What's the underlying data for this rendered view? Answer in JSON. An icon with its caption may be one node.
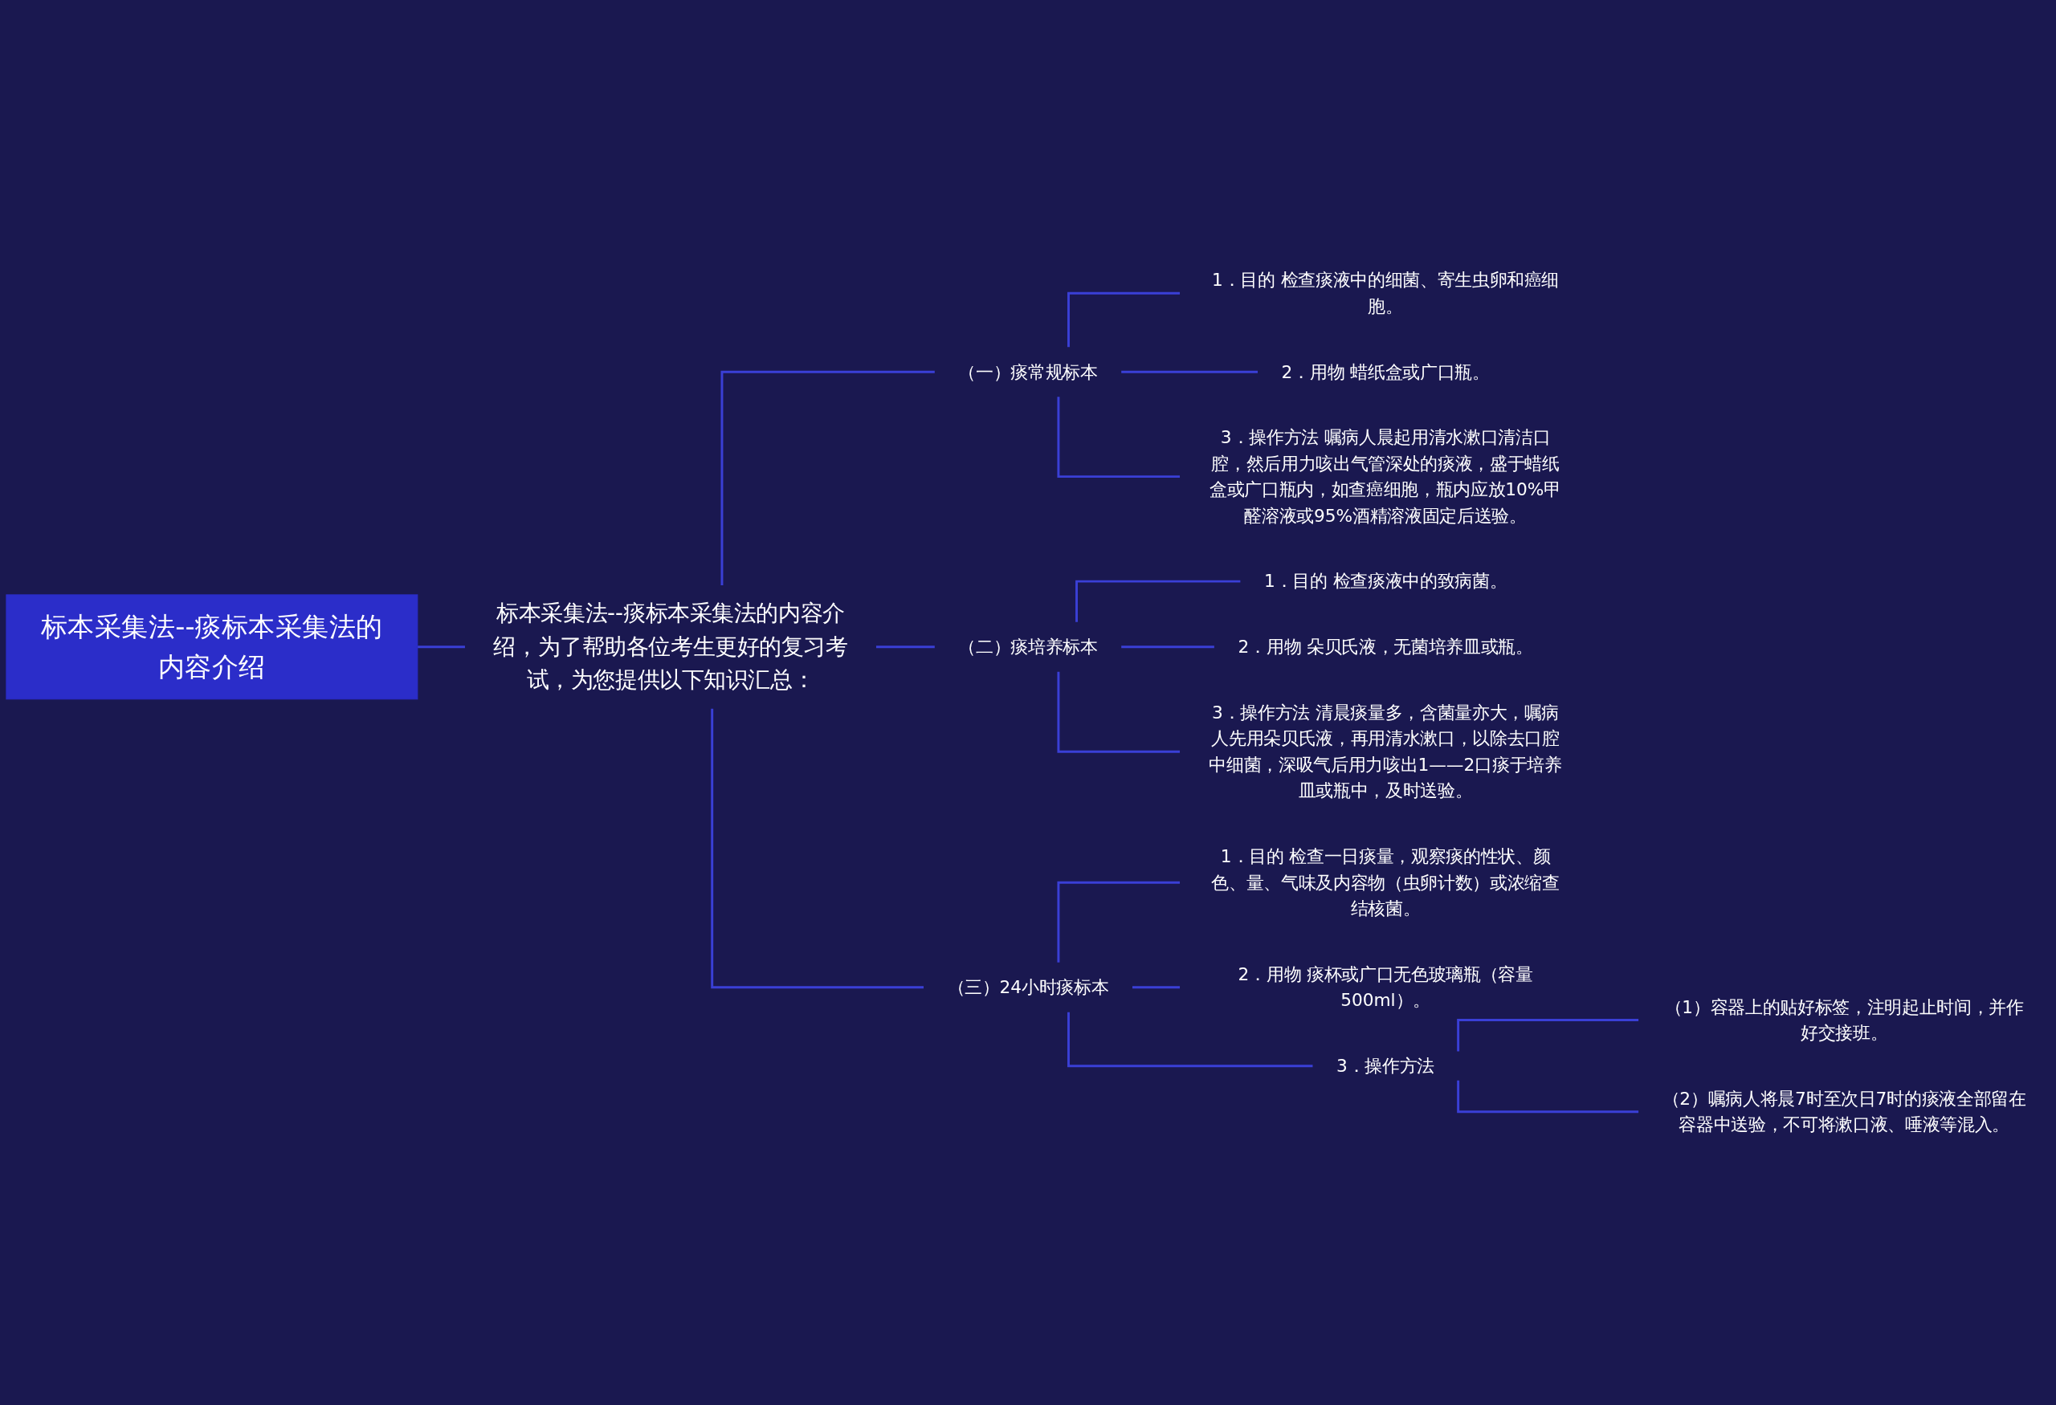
{
  "diagram": {
    "nodes": [
      {
        "text": [
          "标本采集法--痰标本采集法的内容介绍"
        ]
      },
      {
        "text": [
          "标本采集法--痰标本采集法的内容介绍，为了帮助各位考生更好的复习考试，为您提供以下知识汇总："
        ]
      },
      {
        "text": [
          "（一）痰常规标本"
        ]
      },
      {
        "text": [
          "1．目的 检查痰液中的细菌、寄生虫卵和癌细胞。"
        ]
      },
      {
        "text": [
          "2．用物 蜡纸盒或广口瓶。"
        ]
      },
      {
        "text": [
          "3．操作方法 嘱病人晨起用清水漱口清洁口腔，然后用力咳出气管深处的痰液，盛于蜡纸盒或广口瓶内，如查癌细胞，瓶内应放10%甲醛溶液或95%酒精溶液固定后送验。"
        ]
      },
      {
        "text": [
          "（二）痰培养标本"
        ]
      },
      {
        "text": [
          "1．目的 检查痰液中的致病菌。"
        ]
      },
      {
        "text": [
          "2．用物 朵贝氏液，无菌培养皿或瓶。"
        ]
      },
      {
        "text": [
          "3．操作方法 清晨痰量多，含菌量亦大，嘱病人先用朵贝氏液，再用清水漱口，以除去口腔中细菌，深吸气后用力咳出1——2口痰于培养皿或瓶中，及时送验。"
        ]
      },
      {
        "text": [
          "（三）24小时痰标本"
        ]
      },
      {
        "text": [
          "1．目的 检查一日痰量，观察痰的性状、颜色、量、气味及内容物（虫卵计数）或浓缩查结核菌。"
        ]
      },
      {
        "text": [
          "2．用物 痰杯或广口无色玻璃瓶（容量500ml）。"
        ]
      },
      {
        "text": [
          "3．操作方法"
        ]
      },
      {
        "text": [
          "（1）容器上的贴好标签，注明起止时间，并作好交接班。"
        ]
      },
      {
        "text": [
          "（2）嘱病人将晨7时至次日7时的痰液全部留在容器中送验，不可将漱口液、唾液等混入。"
        ]
      }
    ],
    "edges": [
      {
        "from": 0,
        "to": 1,
        "arrow": "none"
      },
      {
        "from": 1,
        "to": 2,
        "arrow": "none"
      },
      {
        "from": 2,
        "to": 3,
        "arrow": "none"
      },
      {
        "from": 2,
        "to": 4,
        "arrow": "none"
      },
      {
        "from": 2,
        "to": 5,
        "arrow": "none"
      },
      {
        "from": 1,
        "to": 6,
        "arrow": "none"
      },
      {
        "from": 6,
        "to": 7,
        "arrow": "none"
      },
      {
        "from": 6,
        "to": 8,
        "arrow": "none"
      },
      {
        "from": 6,
        "to": 9,
        "arrow": "none"
      },
      {
        "from": 1,
        "to": 10,
        "arrow": "none"
      },
      {
        "from": 10,
        "to": 11,
        "arrow": "none"
      },
      {
        "from": 10,
        "to": 12,
        "arrow": "none"
      },
      {
        "from": 10,
        "to": 13,
        "arrow": "none"
      },
      {
        "from": 13,
        "to": 14,
        "arrow": "none"
      },
      {
        "from": 13,
        "to": 15,
        "arrow": "none"
      }
    ]
  }
}
